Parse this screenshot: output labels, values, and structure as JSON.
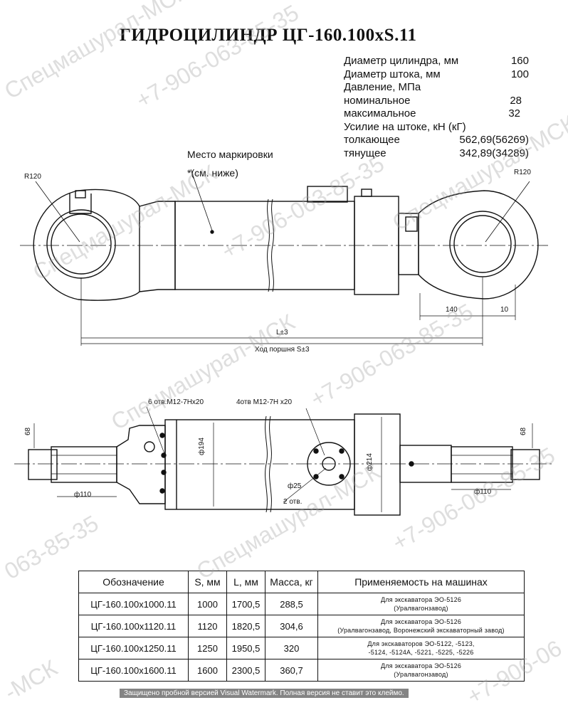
{
  "title": "ГИДРОЦИЛИНДР ЦГ-160.100xS.11",
  "specs": [
    {
      "label": "Диаметр цилиндра, мм",
      "value": "160"
    },
    {
      "label": "Диаметр штока, мм",
      "value": "100"
    },
    {
      "label": "Давление, МПа",
      "value": ""
    },
    {
      "label": "номинальное",
      "value": "28"
    },
    {
      "label": "максимальное",
      "value": "32"
    },
    {
      "label": "Усилие на штоке, кН (кГ)",
      "value": ""
    },
    {
      "label": "толкающее",
      "value": "562,69(56269)"
    },
    {
      "label": "тянущее",
      "value": "342,89(34289)"
    }
  ],
  "notes": {
    "marking_1": "Место маркировки",
    "marking_2": "*(см. ниже)"
  },
  "dims": {
    "r_left": "R120",
    "r_right": "R120",
    "d140": "140",
    "d10": "10",
    "length": "L±3",
    "stroke": "Ход поршня S±3",
    "holes6": "6 отв.М12-7Hx20",
    "holes4": "4отв  М12-7H x20",
    "d194": "ф194",
    "d214": "ф214",
    "d25": "ф25",
    "holes2": "2 отв.",
    "d110_left": "ф110",
    "d110_right": "ф110",
    "h68_left": "68",
    "h68_right": "68"
  },
  "table": {
    "headers": [
      "Обозначение",
      "S, мм",
      "L, мм",
      "Масса, кг",
      "Применяемость на машинах"
    ],
    "rows": [
      {
        "designation": "ЦГ-160.100x1000.11",
        "s": "1000",
        "l": "1700,5",
        "mass": "288,5",
        "app1": "Для экскаватора ЭО-5126",
        "app2": "(Уралвагонзавод)"
      },
      {
        "designation": "ЦГ-160.100x1120.11",
        "s": "1120",
        "l": "1820,5",
        "mass": "304,6",
        "app1": "Для экскаватора ЭО-5126",
        "app2": "(Уралвагонзавод, Воронежский экскаваторный завод)"
      },
      {
        "designation": "ЦГ-160.100x1250.11",
        "s": "1250",
        "l": "1950,5",
        "mass": "320",
        "app1": "Для экскаваторов ЭО-5122, -5123,",
        "app2": "-5124, -5124А, -5221, -5225, -5226"
      },
      {
        "designation": "ЦГ-160.100x1600.11",
        "s": "1600",
        "l": "2300,5",
        "mass": "360,7",
        "app1": "Для экскаватора ЭО-5126",
        "app2": "(Уралвагонзавод)"
      }
    ]
  },
  "watermarks": {
    "brand": "Спецмашурал-МСК",
    "phone": "+7-906-063-85-35",
    "phone_frag1": "063-85-35",
    "phone_frag2": "+7-906-06",
    "brand_frag": "-МСК",
    "trial_note": "Защищено пробной версией Visual Watermark. Полная версия не ставит это клеймо."
  }
}
